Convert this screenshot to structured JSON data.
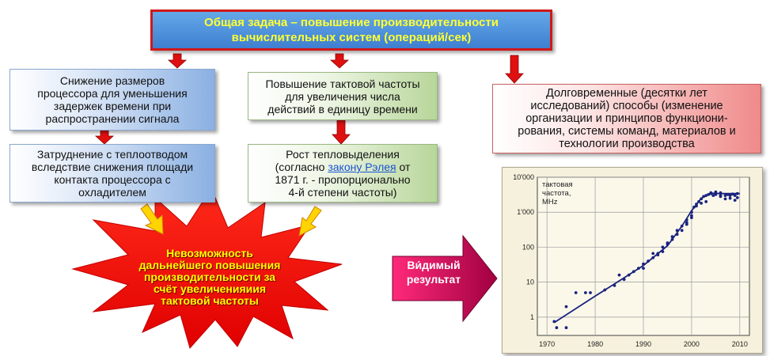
{
  "title": {
    "line1": "Общая задача – повышение производительности",
    "line2": "вычислительных систем (операций/сек)"
  },
  "boxes": {
    "size_reduction": [
      "Снижение размеров",
      "процессора для уменьшения",
      "задержек времени при",
      "распространении сигнала"
    ],
    "heat_difficulty": [
      "Затруднение с теплоотводом",
      "вследствие снижения площади",
      "контакта процессора с",
      "охладителем"
    ],
    "frequency_increase": [
      "Повышение тактовой частоты",
      "для увеличения числа",
      "действий в единицу времени"
    ],
    "heat_growth": {
      "line1": "Рост тепловыделения",
      "line2_before": "(согласно ",
      "link": "закону Рэлея",
      "line2_after": " от",
      "line3": "1871 г. - пропорционально",
      "line4": "4-й степени частоты)"
    },
    "long_term": [
      "Долговременные (десятки лет",
      "исследований) способы (изменение",
      "организации и принципов функциони-",
      "рования, системы команд,  материалов и",
      "технологии производства"
    ]
  },
  "burst": [
    "Невозможность",
    "дальнейшего повышения",
    "производительности за",
    "счёт увеличенияиия",
    "тактовой частоты"
  ],
  "arrow_label": [
    "Ви́димый",
    "результат"
  ],
  "colors": {
    "title_bg": "#4a90e0",
    "title_border": "#d01818",
    "title_text": "#ffff33",
    "arrow_red": "#e01010",
    "burst": "#f00a0a",
    "burst_text": "#ffff00",
    "chart_line": "#1a237e",
    "chart_bg": "#f6f1dc"
  },
  "chart_data": {
    "type": "scatter",
    "ylabel": [
      "тактовая",
      "частота,",
      "MHz"
    ],
    "y_scale": "log",
    "ylim": [
      0.3,
      10000
    ],
    "xlim": [
      1968,
      2012
    ],
    "y_ticks": [
      {
        "v": 1,
        "label": "1"
      },
      {
        "v": 10,
        "label": "10"
      },
      {
        "v": 100,
        "label": "100"
      },
      {
        "v": 1000,
        "label": "1'000"
      },
      {
        "v": 10000,
        "label": "10'000"
      }
    ],
    "x_ticks": [
      1970,
      1980,
      1990,
      2000,
      2010
    ],
    "grid": true,
    "points": [
      [
        1971.5,
        0.75
      ],
      [
        1972,
        0.5
      ],
      [
        1974,
        0.5
      ],
      [
        1974,
        2
      ],
      [
        1976,
        5
      ],
      [
        1978,
        5
      ],
      [
        1979,
        5
      ],
      [
        1982,
        6
      ],
      [
        1984,
        8
      ],
      [
        1985,
        16
      ],
      [
        1986,
        12
      ],
      [
        1987,
        16
      ],
      [
        1988,
        20
      ],
      [
        1989,
        25
      ],
      [
        1990,
        25
      ],
      [
        1990,
        33
      ],
      [
        1991,
        40
      ],
      [
        1992,
        50
      ],
      [
        1992,
        66
      ],
      [
        1993,
        66
      ],
      [
        1993,
        60
      ],
      [
        1994,
        100
      ],
      [
        1994,
        75
      ],
      [
        1995,
        133
      ],
      [
        1995,
        120
      ],
      [
        1996,
        200
      ],
      [
        1996,
        166
      ],
      [
        1997,
        233
      ],
      [
        1997,
        300
      ],
      [
        1998,
        300
      ],
      [
        1998,
        400
      ],
      [
        1999,
        500
      ],
      [
        1999,
        450
      ],
      [
        1999,
        600
      ],
      [
        2000,
        700
      ],
      [
        2000,
        1000
      ],
      [
        2000,
        800
      ],
      [
        2000.5,
        1400
      ],
      [
        2001,
        1500
      ],
      [
        2001,
        1700
      ],
      [
        2001.5,
        2000
      ],
      [
        2002,
        1800
      ],
      [
        2002,
        2400
      ],
      [
        2002.5,
        2800
      ],
      [
        2003,
        3000
      ],
      [
        2003,
        2000
      ],
      [
        2003.5,
        3200
      ],
      [
        2004,
        3400
      ],
      [
        2004,
        3600
      ],
      [
        2004.5,
        3000
      ],
      [
        2005,
        3800
      ],
      [
        2005,
        3200
      ],
      [
        2006,
        3000
      ],
      [
        2006,
        2800
      ],
      [
        2006,
        3600
      ],
      [
        2007,
        3000
      ],
      [
        2007,
        2400
      ],
      [
        2007.5,
        3200
      ],
      [
        2008,
        3000
      ],
      [
        2008,
        2500
      ],
      [
        2008.5,
        3300
      ],
      [
        2009,
        3000
      ],
      [
        2009,
        2200
      ],
      [
        2009.5,
        3400
      ],
      [
        2009.5,
        2600
      ]
    ],
    "trend_lines": [
      {
        "name": "",
        "points": [
          [
            1971.5,
            0.7
          ],
          [
            1980,
            4
          ],
          [
            1990,
            30
          ],
          [
            1995,
            110
          ],
          [
            1998,
            400
          ],
          [
            2000,
            1100
          ],
          [
            2002,
            2500
          ],
          [
            2004,
            3500
          ],
          [
            2006,
            3400
          ],
          [
            2010,
            3400
          ]
        ]
      }
    ]
  }
}
